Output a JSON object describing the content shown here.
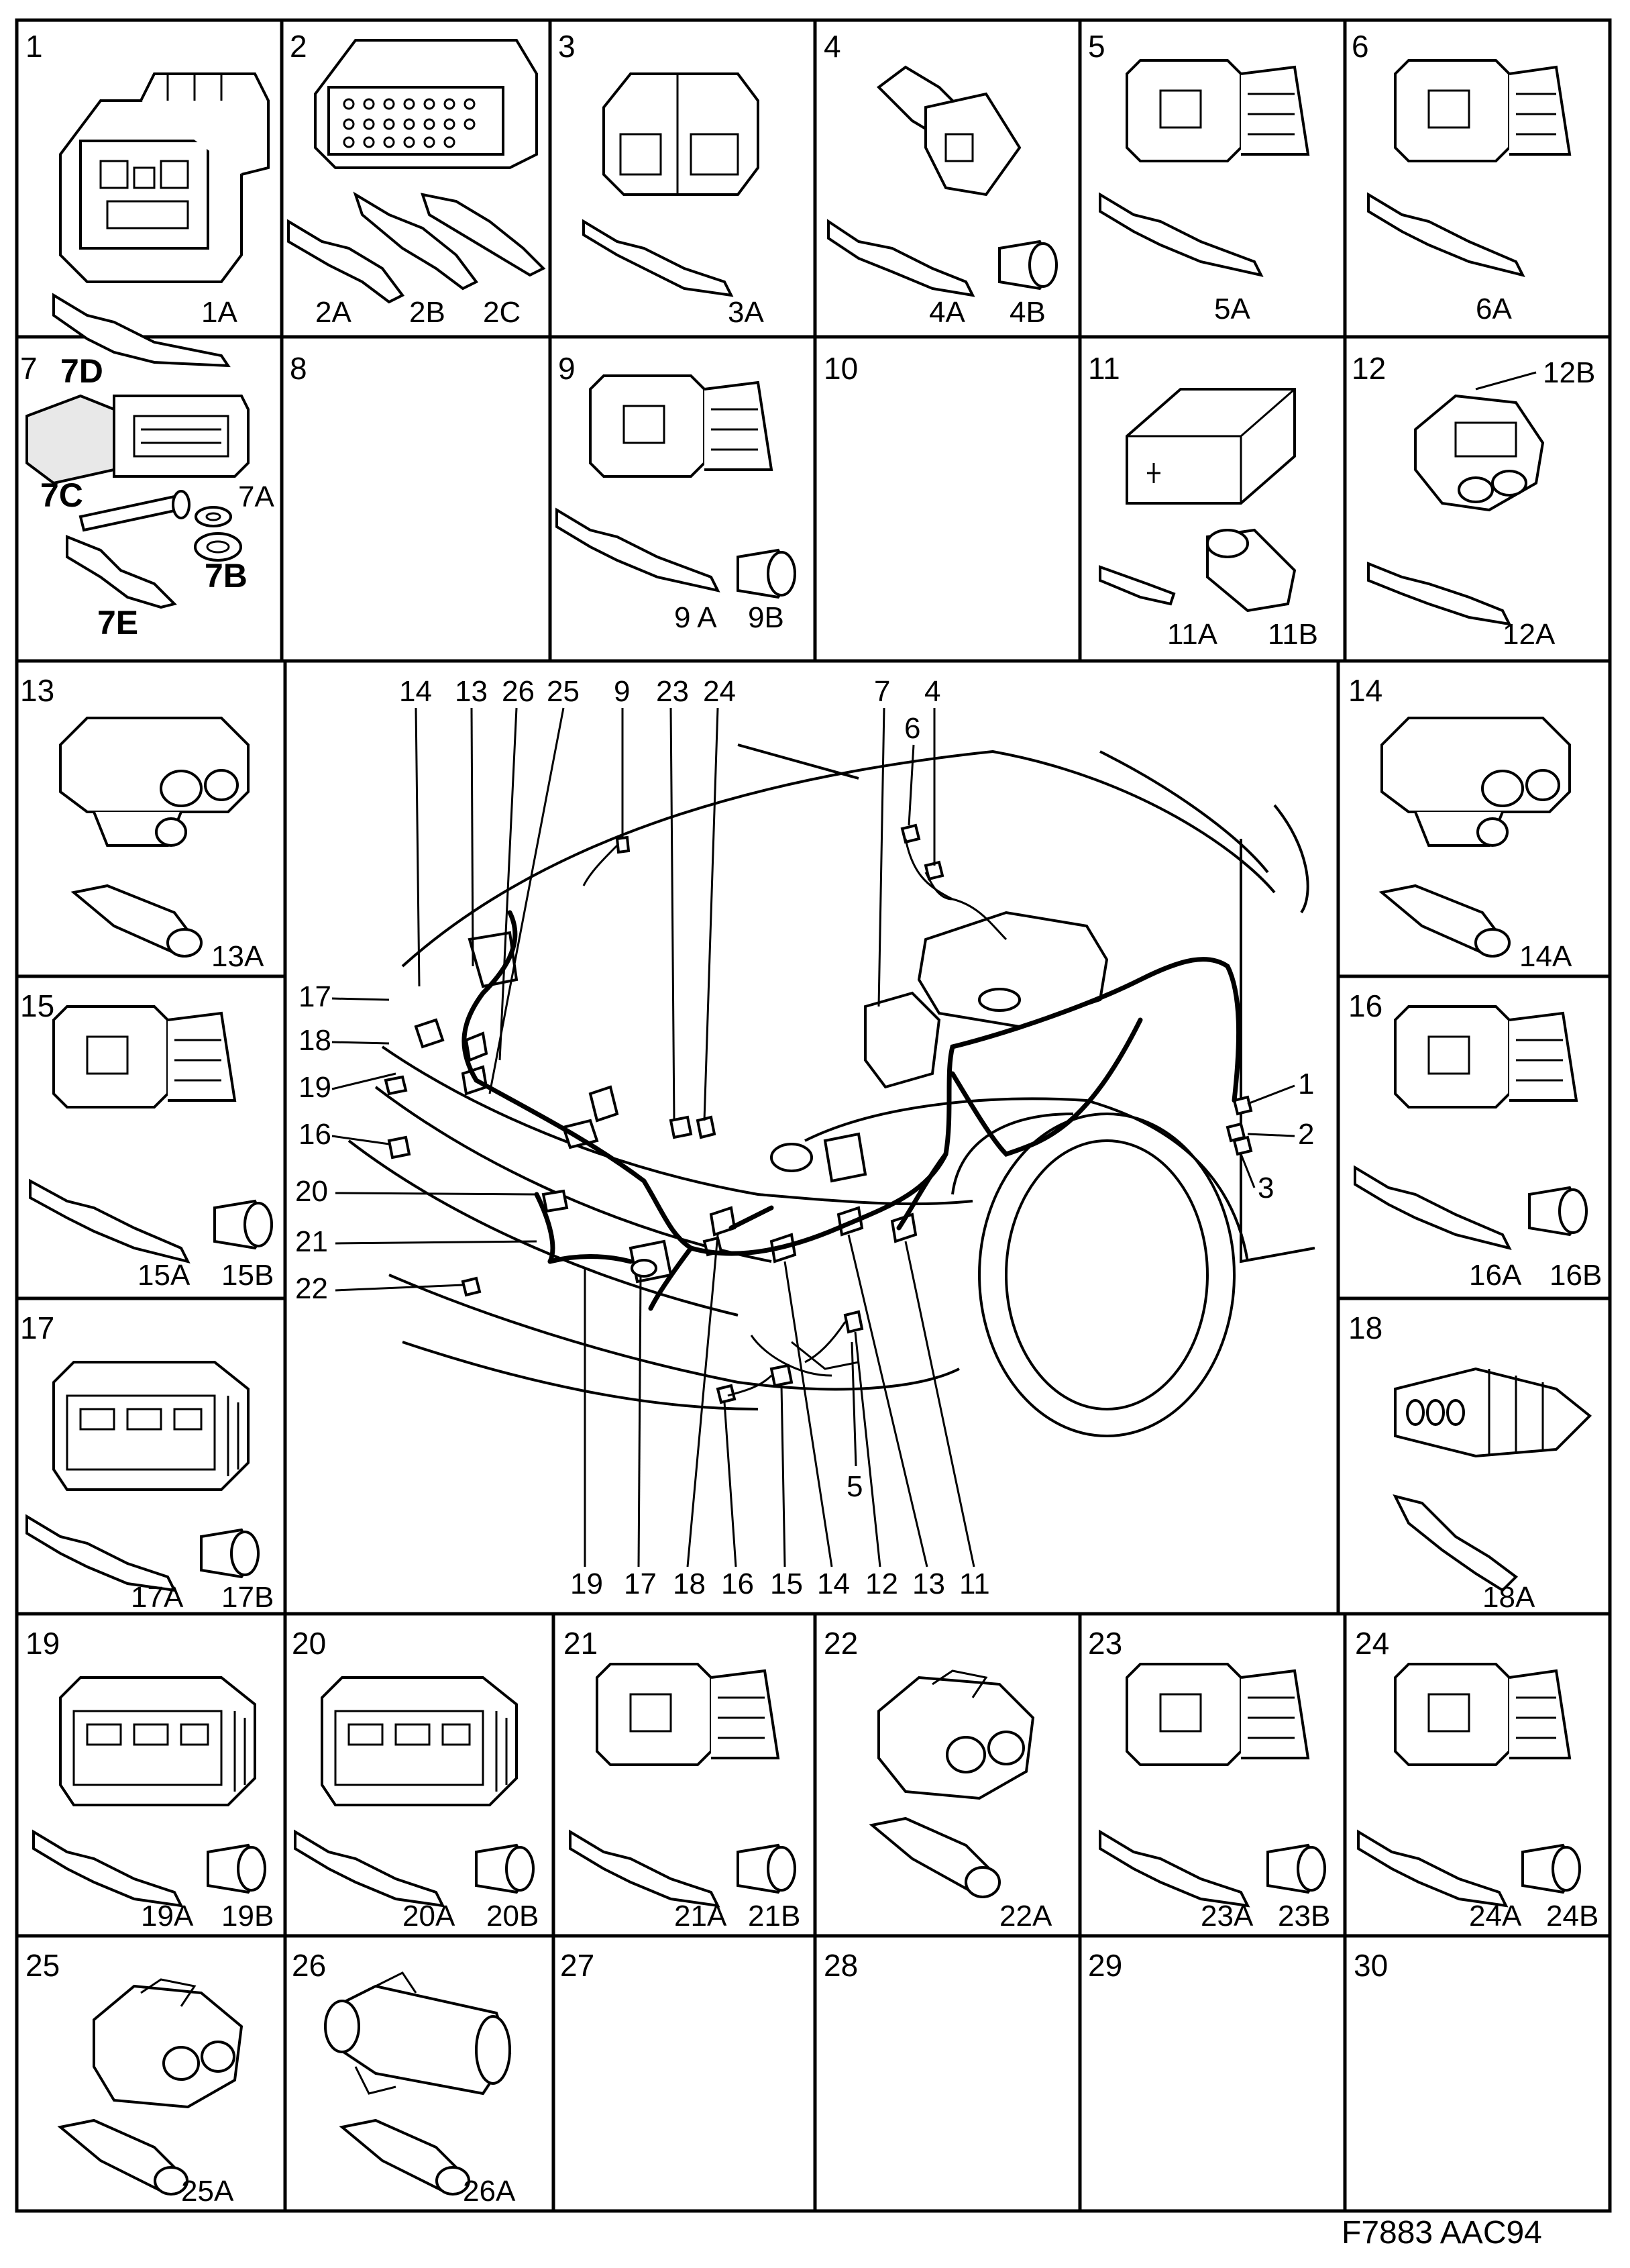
{
  "figure_code": "F7883  AAC94",
  "cells": [
    {
      "n": "1",
      "subs": [
        "1A"
      ]
    },
    {
      "n": "2",
      "subs": [
        "2A",
        "2B",
        "2C"
      ]
    },
    {
      "n": "3",
      "subs": [
        "3A"
      ]
    },
    {
      "n": "4",
      "subs": [
        "4A",
        "4B"
      ]
    },
    {
      "n": "5",
      "subs": [
        "5A"
      ]
    },
    {
      "n": "6",
      "subs": [
        "6A"
      ]
    },
    {
      "n": "7",
      "subs": [
        "7D",
        "7C",
        "7A",
        "7B",
        "7E"
      ]
    },
    {
      "n": "8",
      "subs": []
    },
    {
      "n": "9",
      "subs": [
        "9 A",
        "9B"
      ]
    },
    {
      "n": "10",
      "subs": []
    },
    {
      "n": "11",
      "subs": [
        "11A",
        "11B"
      ]
    },
    {
      "n": "12",
      "subs": [
        "12B",
        "12A"
      ]
    },
    {
      "n": "13",
      "subs": [
        "13A"
      ]
    },
    {
      "n": "14",
      "subs": [
        "14A"
      ]
    },
    {
      "n": "15",
      "subs": [
        "15A",
        "15B"
      ]
    },
    {
      "n": "16",
      "subs": [
        "16A",
        "16B"
      ]
    },
    {
      "n": "17",
      "subs": [
        "17A",
        "17B"
      ]
    },
    {
      "n": "18",
      "subs": [
        "18A"
      ]
    },
    {
      "n": "19",
      "subs": [
        "19A",
        "19B"
      ]
    },
    {
      "n": "20",
      "subs": [
        "20A",
        "20B"
      ]
    },
    {
      "n": "21",
      "subs": [
        "21A",
        "21B"
      ]
    },
    {
      "n": "22",
      "subs": [
        "22A"
      ]
    },
    {
      "n": "23",
      "subs": [
        "23A",
        "23B"
      ]
    },
    {
      "n": "24",
      "subs": [
        "24A",
        "24B"
      ]
    },
    {
      "n": "25",
      "subs": [
        "25A"
      ]
    },
    {
      "n": "26",
      "subs": [
        "26A"
      ]
    },
    {
      "n": "27",
      "subs": []
    },
    {
      "n": "28",
      "subs": []
    },
    {
      "n": "29",
      "subs": []
    },
    {
      "n": "30",
      "subs": []
    }
  ],
  "main_callouts": {
    "top": [
      "14",
      "13",
      "26",
      "25",
      "9",
      "23",
      "24",
      "7",
      "6",
      "4"
    ],
    "left": [
      "17",
      "18",
      "19",
      "16",
      "20",
      "21",
      "22"
    ],
    "right": [
      "1",
      "2",
      "3"
    ],
    "bottom": [
      "19",
      "17",
      "18",
      "16",
      "15",
      "14",
      "12",
      "13",
      "11"
    ],
    "middle": [
      "5"
    ]
  }
}
